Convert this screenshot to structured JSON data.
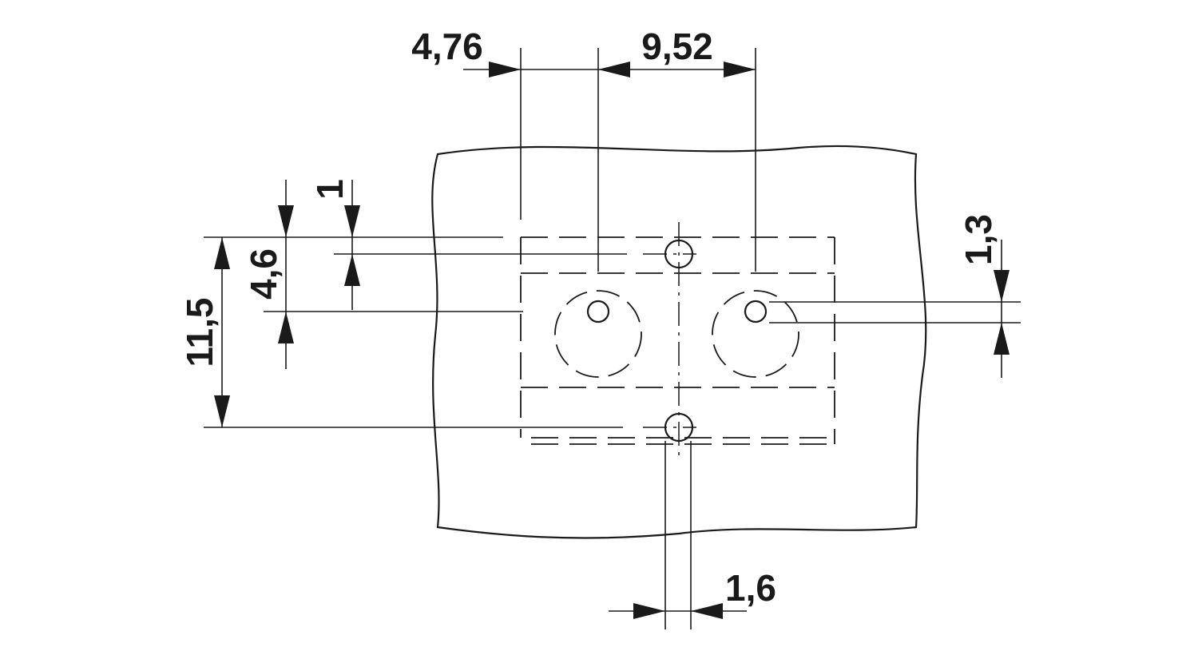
{
  "dimensions": {
    "pitch_offset": "4,76",
    "pitch": "9,52",
    "offset_1": "1",
    "offset_4_6": "4,6",
    "height_11_5": "11,5",
    "hole_1_3": "1,3",
    "hole_1_6": "1,6"
  },
  "colors": {
    "line": "#1a1a1a",
    "background": "#ffffff"
  }
}
